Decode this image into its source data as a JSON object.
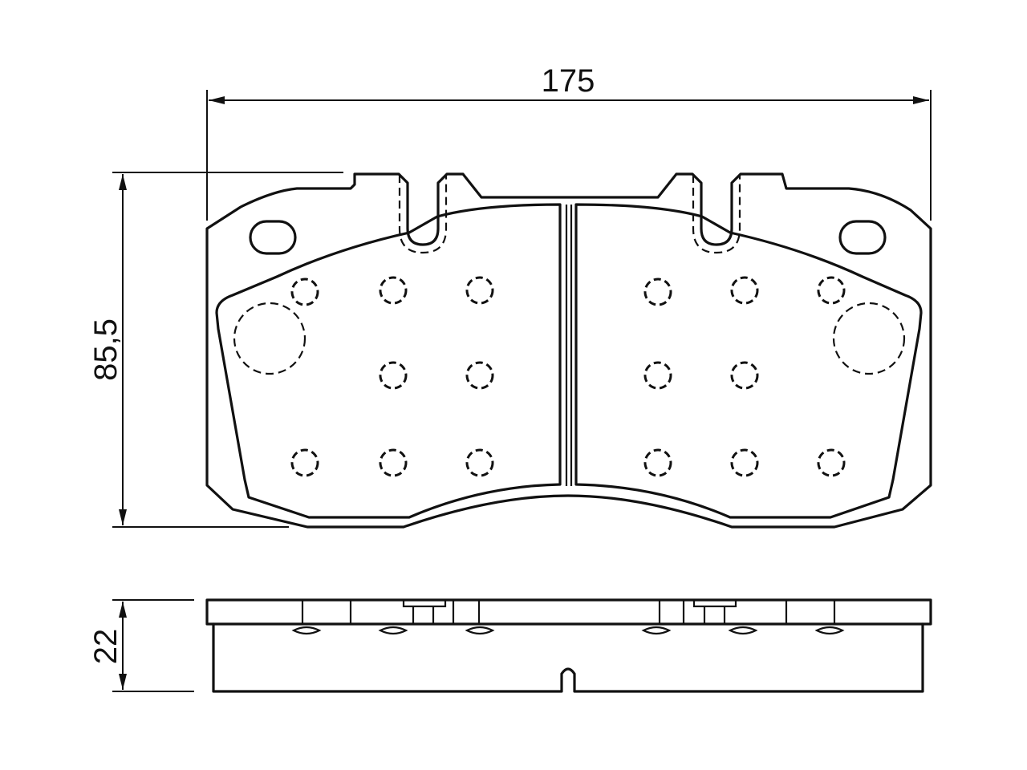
{
  "dimensions": {
    "width_label": "175",
    "height_label": "85,5",
    "thickness_label": "22"
  },
  "colors": {
    "line": "#111111",
    "background": "#ffffff"
  }
}
